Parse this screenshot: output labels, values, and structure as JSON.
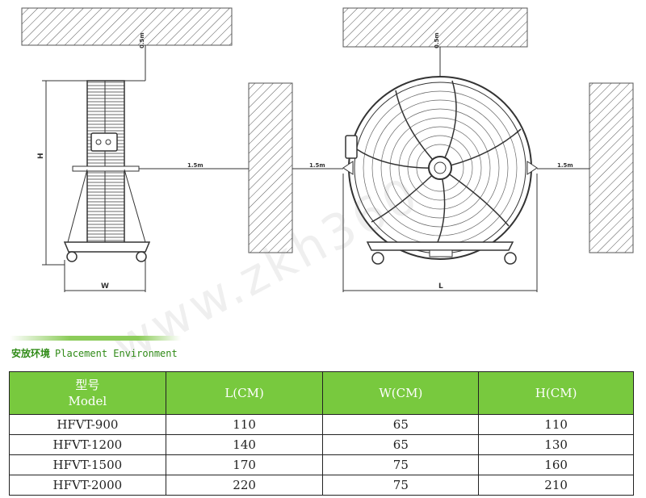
{
  "diagram": {
    "dim_labels": {
      "ceiling_left": "0.5m",
      "ceiling_right": "0.5m",
      "side_left": "1.5m",
      "side_mid": "1.5m",
      "side_right": "1.5m",
      "height": "H",
      "width": "W",
      "length": "L"
    }
  },
  "watermark": "www.zkh360",
  "section": {
    "title_cn": "安放环境",
    "title_en": "Placement Environment"
  },
  "table": {
    "headers": [
      {
        "line1": "型号",
        "line2": "Model"
      },
      {
        "line1": "L(CM)"
      },
      {
        "line1": "W(CM)"
      },
      {
        "line1": "H(CM)"
      }
    ],
    "rows": [
      [
        "HFVT-900",
        "110",
        "65",
        "110"
      ],
      [
        "HFVT-1200",
        "140",
        "65",
        "130"
      ],
      [
        "HFVT-1500",
        "170",
        "75",
        "160"
      ],
      [
        "HFVT-2000",
        "220",
        "75",
        "210"
      ]
    ]
  }
}
